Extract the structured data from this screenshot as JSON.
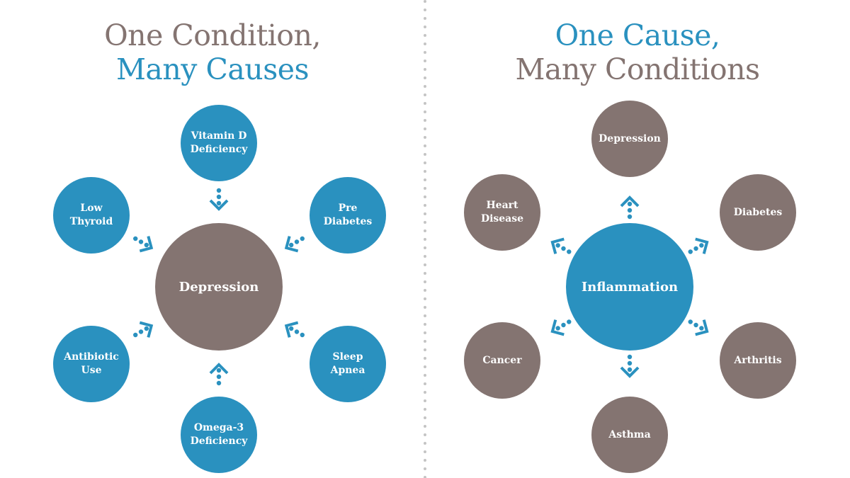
{
  "colors": {
    "blue": "#2a91bf",
    "taupe": "#847471",
    "divider": "#c4c4c4",
    "text_white": "#ffffff"
  },
  "left": {
    "title_line1": "One Condition,",
    "title_line2": "Many Causes",
    "center": "Depression",
    "arrow_direction": "inward",
    "satellites": [
      {
        "id": "vitamin-d",
        "label": "Vitamin D\nDeficiency",
        "position": "top"
      },
      {
        "id": "pre-diabetes",
        "label": "Pre\nDiabetes",
        "position": "top-right"
      },
      {
        "id": "sleep-apnea",
        "label": "Sleep\nApnea",
        "position": "bottom-right"
      },
      {
        "id": "omega-3",
        "label": "Omega-3\nDeficiency",
        "position": "bottom"
      },
      {
        "id": "antibiotic-use",
        "label": "Antibiotic\nUse",
        "position": "bottom-left"
      },
      {
        "id": "low-thyroid",
        "label": "Low\nThyroid",
        "position": "top-left"
      }
    ]
  },
  "right": {
    "title_line1": "One Cause,",
    "title_line2": "Many Conditions",
    "center": "Inflammation",
    "arrow_direction": "outward",
    "satellites": [
      {
        "id": "depression",
        "label": "Depression",
        "position": "top"
      },
      {
        "id": "diabetes",
        "label": "Diabetes",
        "position": "top-right"
      },
      {
        "id": "arthritis",
        "label": "Arthritis",
        "position": "bottom-right"
      },
      {
        "id": "asthma",
        "label": "Asthma",
        "position": "bottom"
      },
      {
        "id": "cancer",
        "label": "Cancer",
        "position": "bottom-left"
      },
      {
        "id": "heart-disease",
        "label": "Heart\nDisease",
        "position": "top-left"
      }
    ]
  }
}
